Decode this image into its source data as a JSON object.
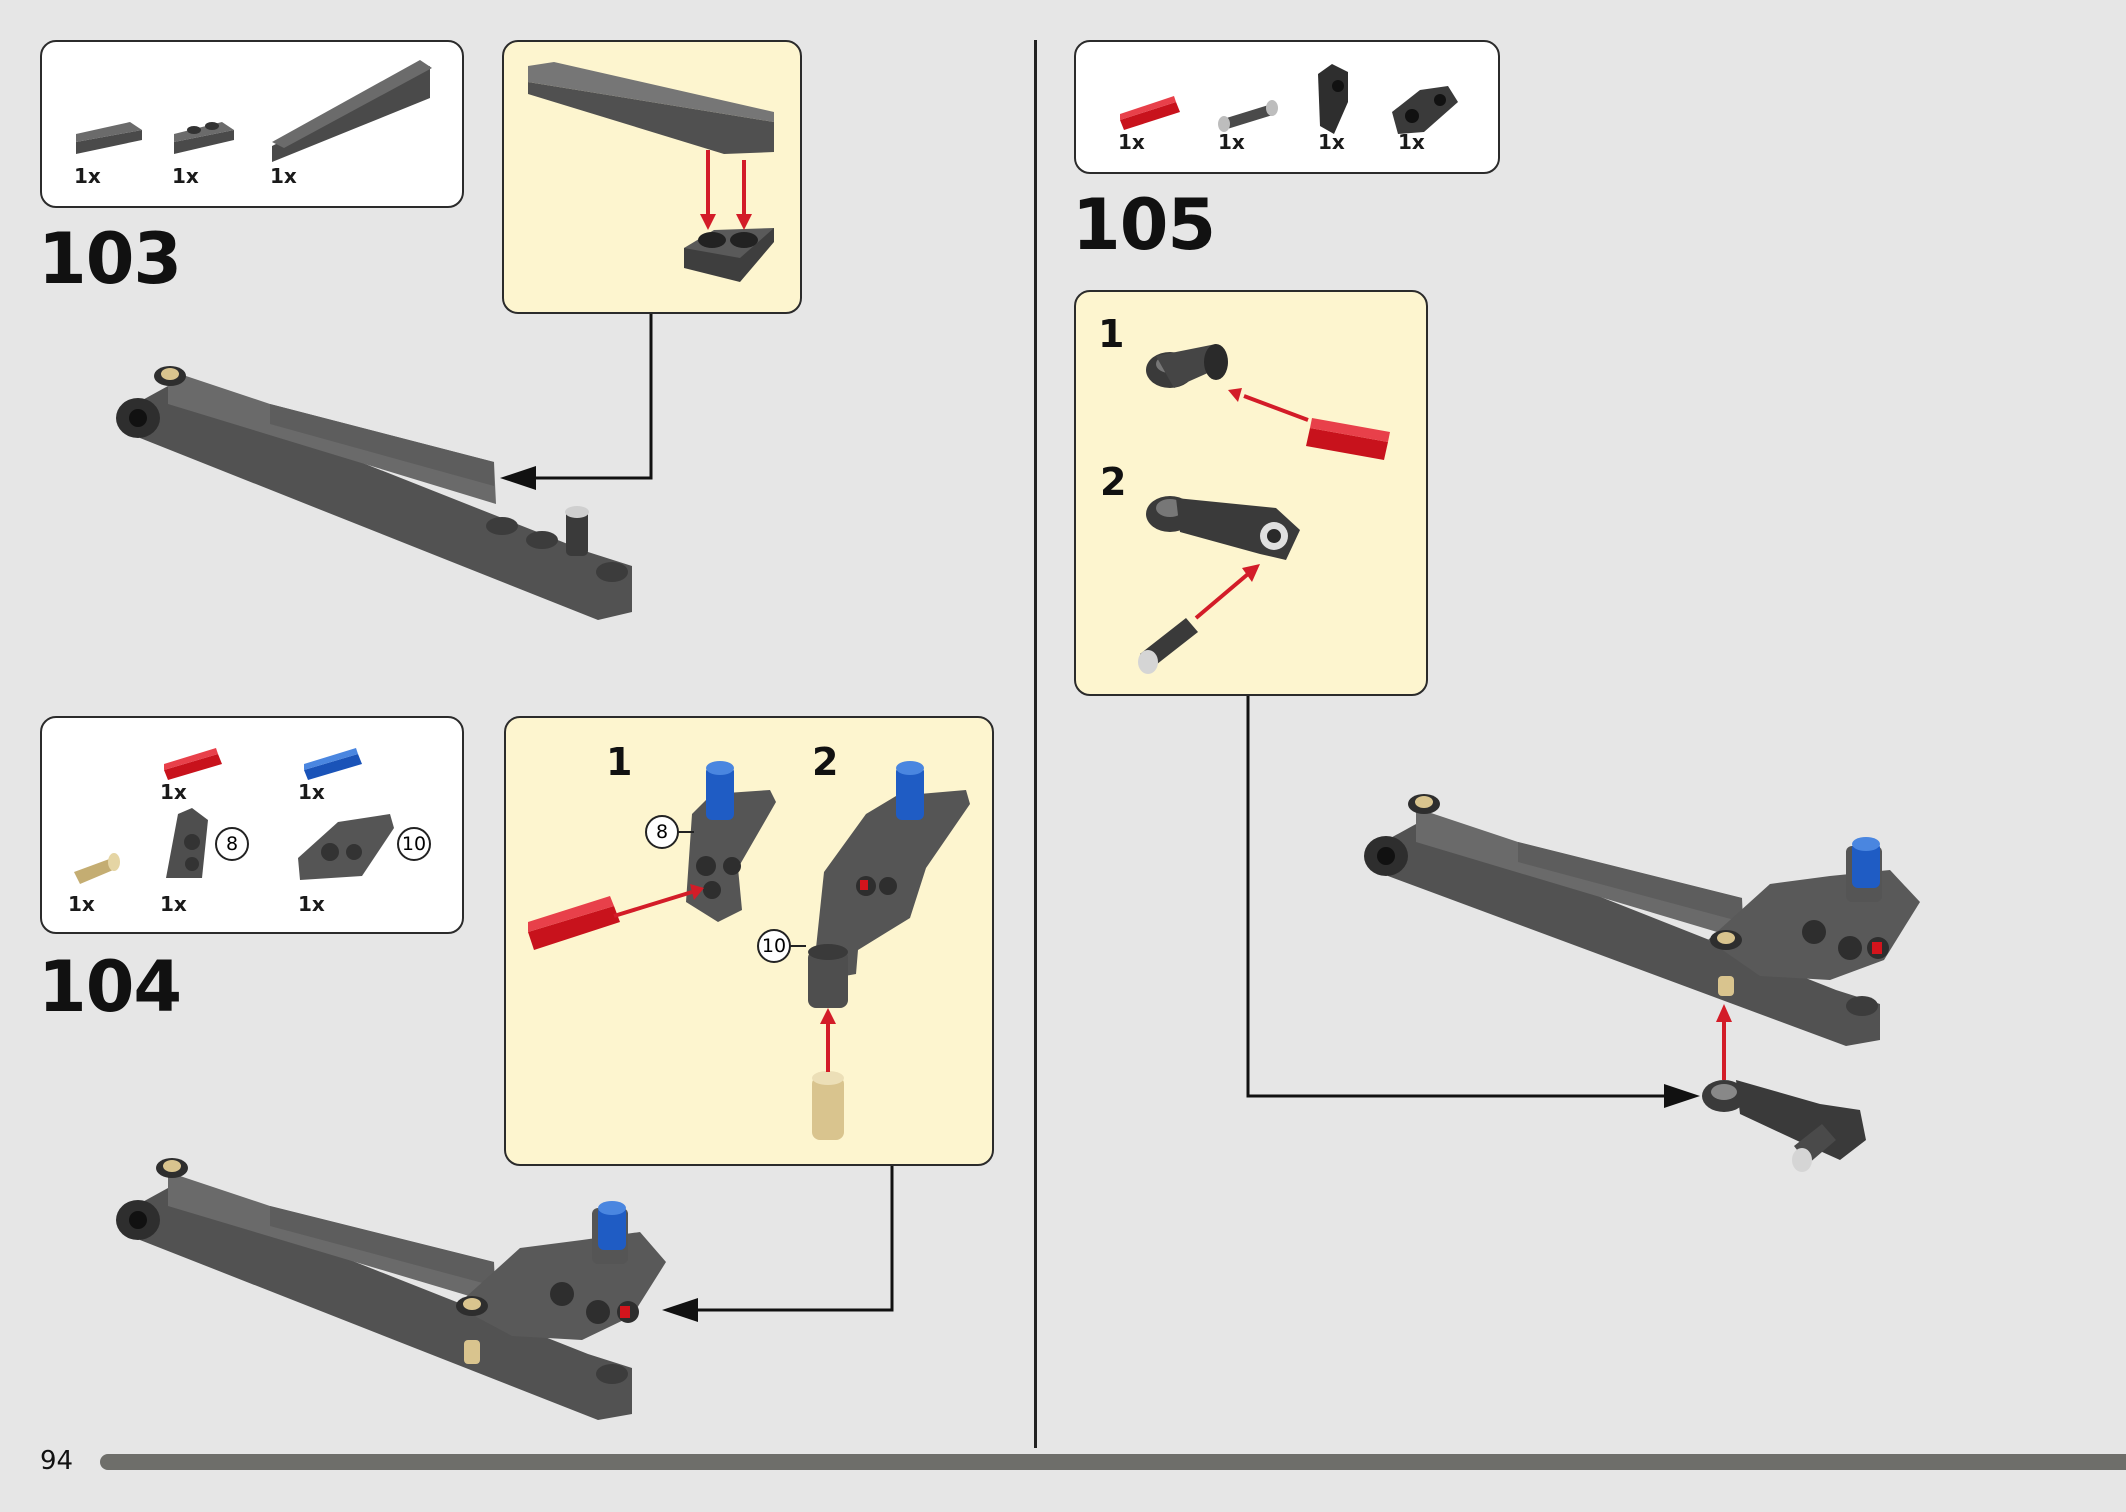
{
  "page": {
    "number": "94"
  },
  "steps": {
    "s103": {
      "number": "103",
      "parts": [
        {
          "qty": "1x"
        },
        {
          "qty": "1x"
        },
        {
          "qty": "1x"
        }
      ]
    },
    "s104": {
      "number": "104",
      "parts": [
        {
          "qty": "1x"
        },
        {
          "qty": "1x"
        },
        {
          "qty": "1x"
        },
        {
          "qty": "1x"
        },
        {
          "qty": "1x"
        }
      ],
      "part_callouts": [
        "8",
        "10"
      ],
      "substeps": [
        "1",
        "2"
      ],
      "callout_labels": [
        "8",
        "10"
      ]
    },
    "s105": {
      "number": "105",
      "parts": [
        {
          "qty": "1x"
        },
        {
          "qty": "1x"
        },
        {
          "qty": "1x"
        },
        {
          "qty": "1x"
        }
      ],
      "substeps": [
        "1",
        "2"
      ]
    }
  },
  "colors": {
    "background": "#e6e6e6",
    "callout_bg": "#fdf5cf",
    "part_dark_gray": "#5e5e5e",
    "part_black": "#2a2a2a",
    "part_red": "#d4141c",
    "part_blue": "#1f5cc4",
    "part_tan": "#d9c48e",
    "arrow_red": "#d31c28"
  },
  "icons": [
    "assembly-arrow-icon",
    "lego-part-icon"
  ]
}
